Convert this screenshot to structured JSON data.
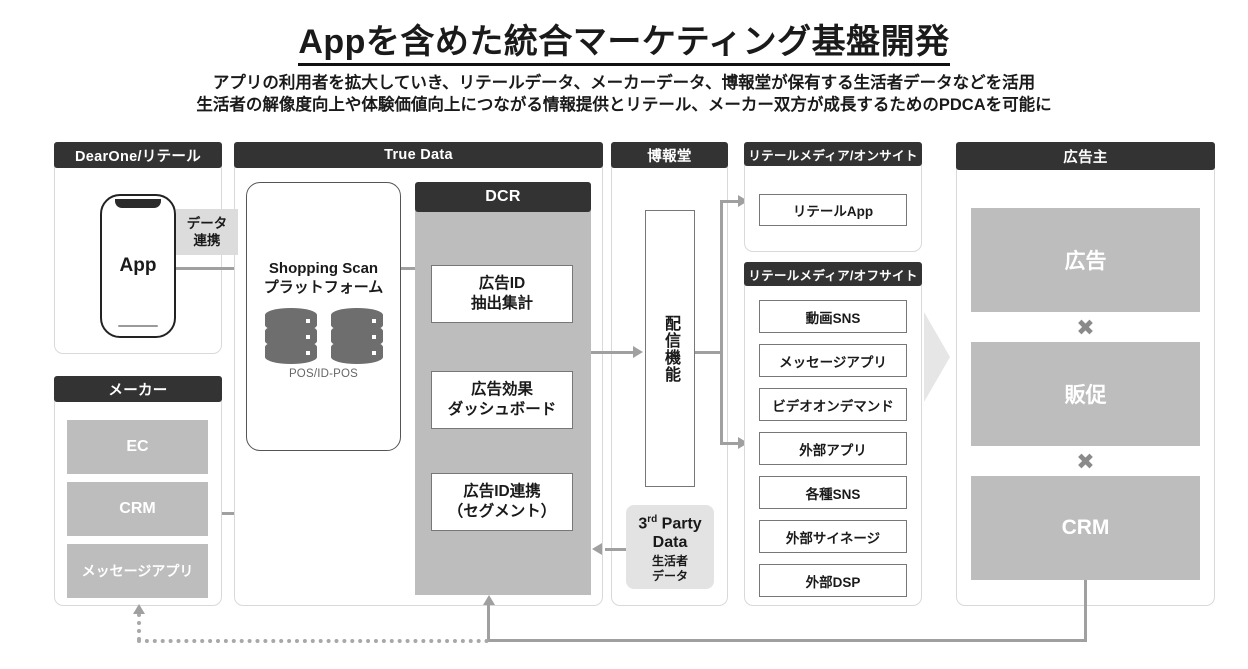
{
  "header": {
    "title": "Appを含めた統合マーケティング基盤開発",
    "subtitle_line1": "アプリの利用者を拡大していき、リテールデータ、メーカーデータ、博報堂が保有する生活者データなどを活用",
    "subtitle_line2": "生活者の解像度向上や体験価値向上につながる情報提供とリテール、メーカー双方が成長するためのPDCAを可能に"
  },
  "colors": {
    "header_bar": "#333333",
    "gray_box": "#bdbdbd",
    "light_gray": "#e3e3e3",
    "arrow_gray": "#a0a0a0",
    "panel_border": "#d9d9d9"
  },
  "panels": {
    "dearone": {
      "title": "DearOne/リテール",
      "phone_label": "App",
      "connector_label": "データ\n連携",
      "connector_label_line1": "データ",
      "connector_label_line2": "連携"
    },
    "maker": {
      "title": "メーカー",
      "items": [
        "EC",
        "CRM",
        "メッセージアプリ"
      ]
    },
    "truedata": {
      "title": "True Data",
      "shopping_scan_line1": "Shopping Scan",
      "shopping_scan_line2": "プラットフォーム",
      "db_caption": "POS/ID-POS",
      "dcr": {
        "title": "DCR",
        "items": [
          {
            "line1": "広告ID",
            "line2": "抽出集計"
          },
          {
            "line1": "広告効果",
            "line2": "ダッシュボード"
          },
          {
            "line1": "広告ID連携",
            "line2": "（セグメント）"
          }
        ]
      }
    },
    "hakuhodo": {
      "title": "博報堂",
      "delivery_function": "配信機能",
      "third_party": {
        "main_prefix": "3",
        "main_sup": "rd",
        "main_rest": " Party",
        "main_line2": "Data",
        "sub_line1": "生活者",
        "sub_line2": "データ"
      }
    },
    "retail_onsite": {
      "title": "リテールメディア/オンサイト",
      "items": [
        "リテールApp"
      ]
    },
    "retail_offsite": {
      "title": "リテールメディア/オフサイト",
      "items": [
        "動画SNS",
        "メッセージアプリ",
        "ビデオオンデマンド",
        "外部アプリ",
        "各種SNS",
        "外部サイネージ",
        "外部DSP"
      ]
    },
    "advertiser": {
      "title": "広告主",
      "items": [
        "広告",
        "販促",
        "CRM"
      ],
      "operator": "✖"
    }
  }
}
